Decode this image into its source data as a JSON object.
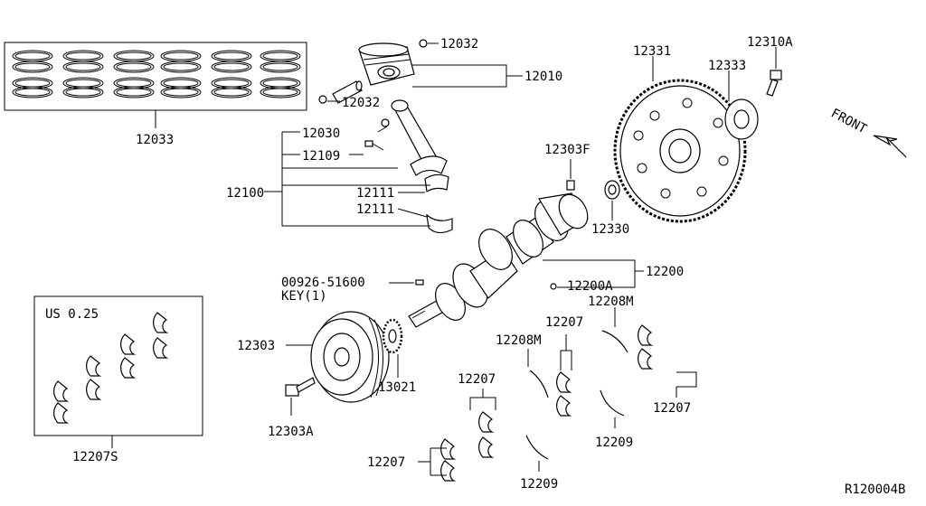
{
  "diagram_code": "R120004B",
  "front_label": "FRONT",
  "ring_set_note": "US 0.25",
  "labels": {
    "piston_ring_set": "12033",
    "piston_pin_clip_top": "12032",
    "piston_pin_clip_bottom": "12032",
    "piston_assy": "12010",
    "con_rod_bushing": "12030",
    "con_rod_bolt": "12109",
    "con_rod_assy": "12100",
    "con_rod_bearing_upper": "12111",
    "con_rod_bearing_lower": "12111",
    "flywheel": "12331",
    "flywheel_plate": "12333",
    "flywheel_bolt": "12310A",
    "crank_pilot_bolt": "12303F",
    "pilot_bushing": "12330",
    "crankshaft_assy": "12200",
    "crankshaft_plug": "12200A",
    "key_part_number": "00926-51600",
    "key_name": "KEY(1)",
    "pulley": "12303",
    "pulley_bolt": "12303A",
    "sprocket": "13021",
    "main_bearing_set": "12207S",
    "main_bearing_a": "12207",
    "main_bearing_b": "12207",
    "main_bearing_c": "12207",
    "main_bearing_d": "12207",
    "thrust_washer_a": "12208M",
    "thrust_washer_b": "12208M",
    "thrust_washer_c": "12209",
    "thrust_washer_d": "12209"
  }
}
